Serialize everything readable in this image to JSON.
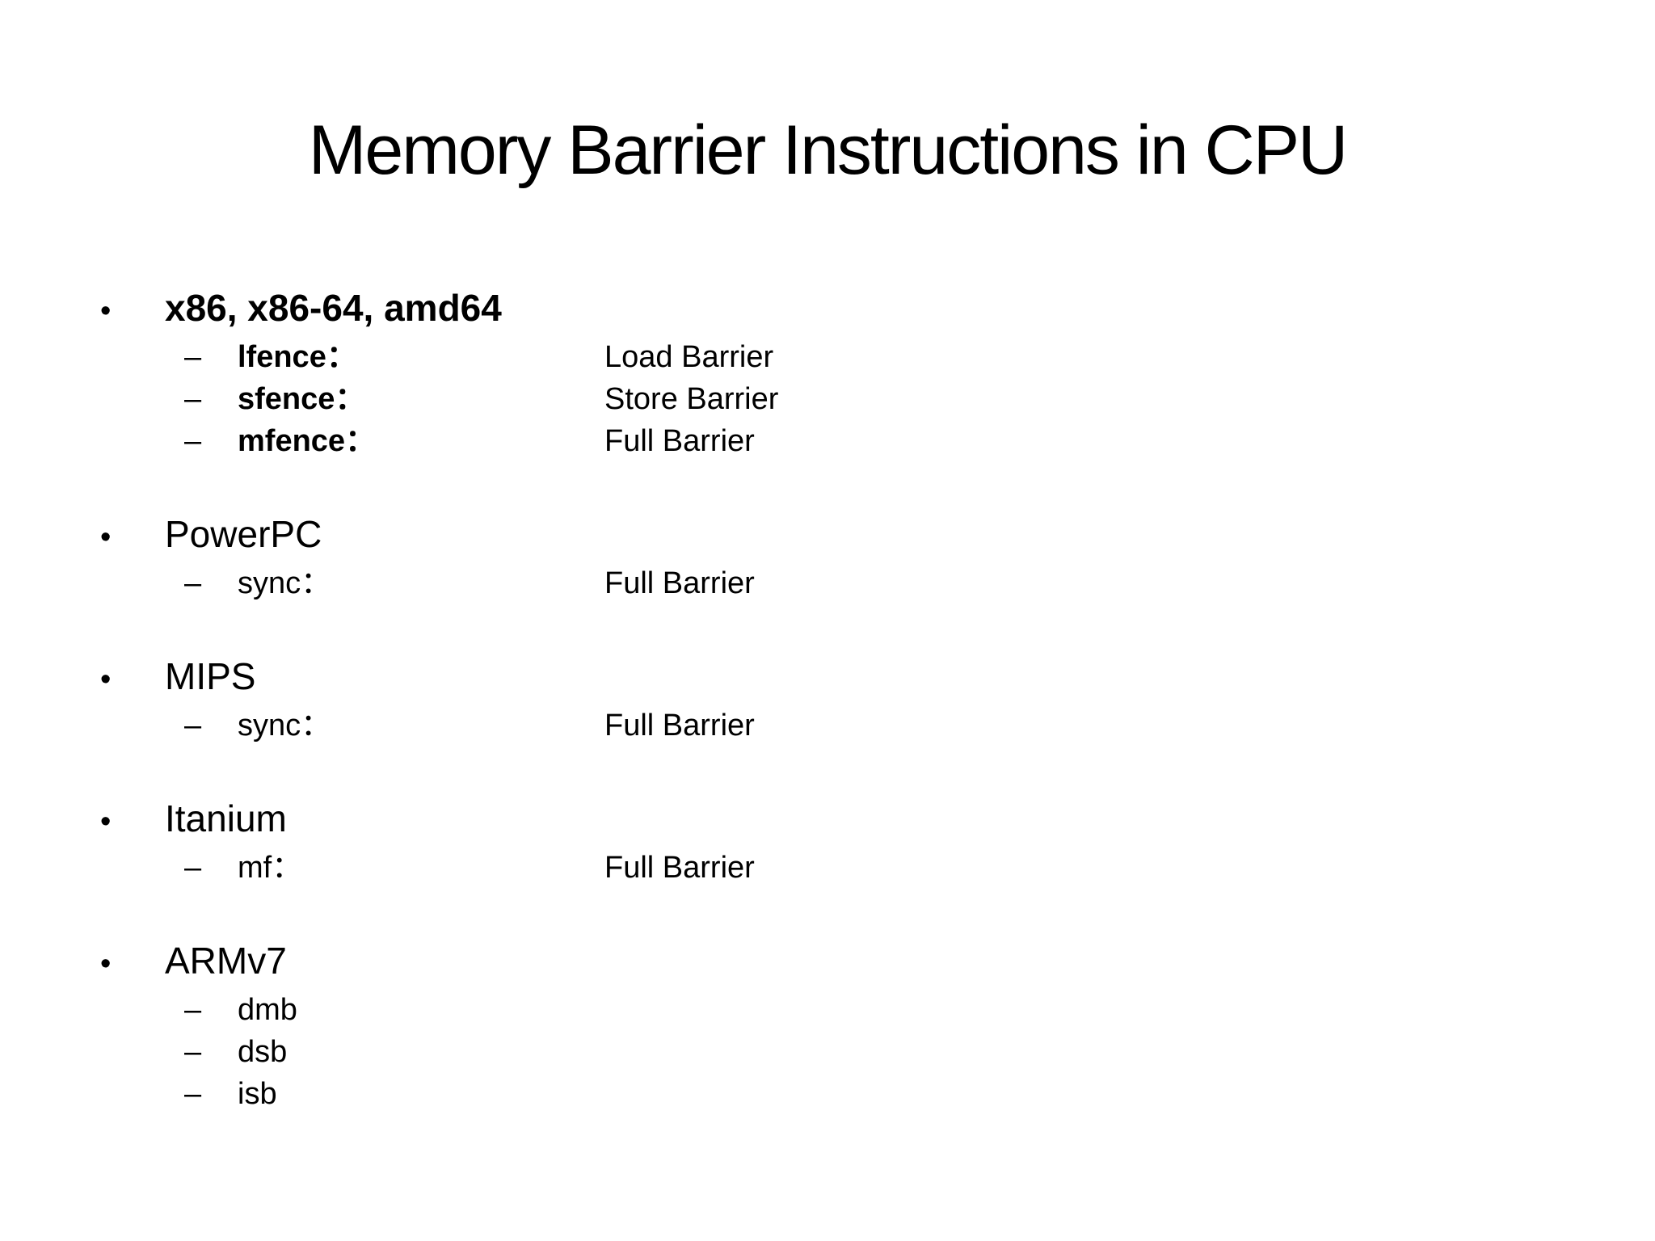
{
  "slide": {
    "title": "Memory Barrier Instructions in CPU",
    "text_color": "#000000",
    "background_color": "#ffffff",
    "bullet_glyph": "•",
    "dash_glyph": "–",
    "bullets": [
      {
        "label": "x86, x86-64, amd64",
        "bold": true,
        "items": [
          {
            "name": "lfence：",
            "desc": "Load Barrier",
            "bold": true
          },
          {
            "name": "sfence：",
            "desc": "Store Barrier",
            "bold": true
          },
          {
            "name": "mfence：",
            "desc": "Full Barrier",
            "bold": true
          }
        ]
      },
      {
        "label": "PowerPC",
        "bold": false,
        "items": [
          {
            "name": "sync：",
            "desc": "Full Barrier",
            "bold": false
          }
        ]
      },
      {
        "label": "MIPS",
        "bold": false,
        "items": [
          {
            "name": "sync：",
            "desc": "Full Barrier",
            "bold": false
          }
        ]
      },
      {
        "label": "Itanium",
        "bold": false,
        "items": [
          {
            "name": "mf：",
            "desc": "Full Barrier",
            "bold": false
          }
        ]
      },
      {
        "label": "ARMv7",
        "bold": false,
        "items": [
          {
            "name": "dmb",
            "desc": "",
            "bold": false
          },
          {
            "name": "dsb",
            "desc": "",
            "bold": false
          },
          {
            "name": "isb",
            "desc": "",
            "bold": false
          }
        ]
      }
    ]
  }
}
